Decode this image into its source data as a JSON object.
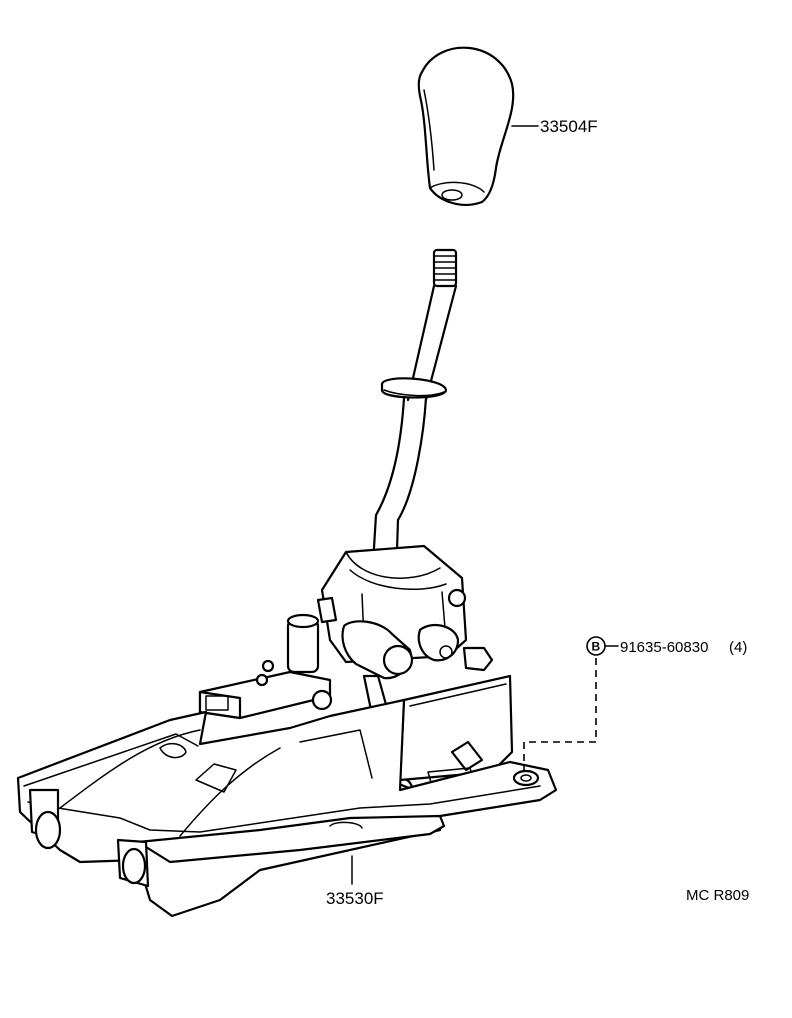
{
  "parts": {
    "knob": {
      "number": "33504F"
    },
    "housing": {
      "number": "33530F"
    },
    "bolt": {
      "marker": "B",
      "number": "91635-60830",
      "quantity": "(4)"
    }
  },
  "diagram_code": "MC R809"
}
